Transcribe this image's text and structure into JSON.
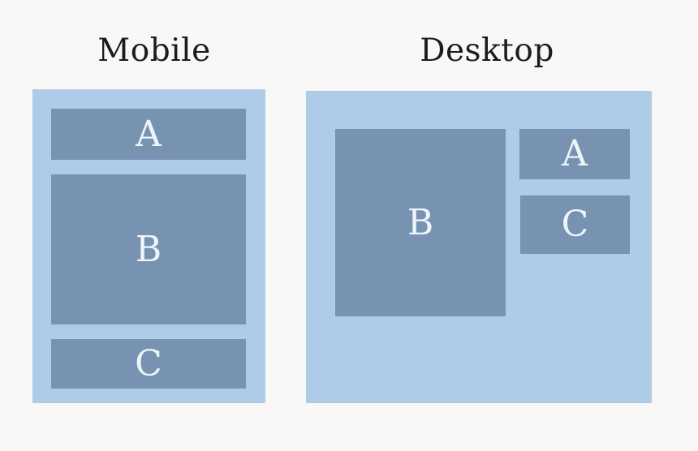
{
  "diagram": {
    "mobile": {
      "title": "Mobile",
      "boxes": {
        "a": "A",
        "b": "B",
        "c": "C"
      }
    },
    "desktop": {
      "title": "Desktop",
      "boxes": {
        "a": "A",
        "b": "B",
        "c": "C"
      }
    }
  },
  "colors": {
    "page_bg": "#f9f8f7",
    "container_bg": "#aecbe7",
    "box_bg": "#7893b2",
    "box_label": "#eef5f9",
    "title": "#1c1c1c"
  }
}
